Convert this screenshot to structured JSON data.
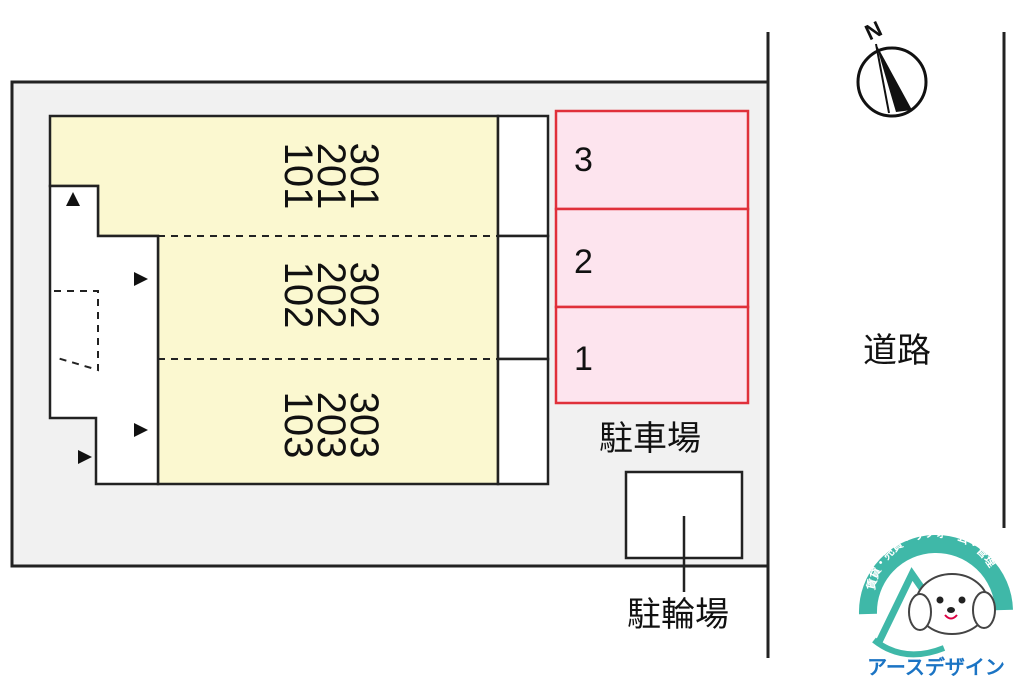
{
  "site": {
    "columns": [
      {
        "units": [
          "301",
          "201",
          "101"
        ]
      },
      {
        "units": [
          "302",
          "202",
          "102"
        ]
      },
      {
        "units": [
          "303",
          "203",
          "103"
        ]
      }
    ],
    "parking": {
      "label": "駐車場",
      "spaces": [
        "3",
        "2",
        "1"
      ]
    },
    "bicycle_parking": {
      "label": "駐輪場"
    },
    "road": {
      "label": "道路"
    },
    "north": {
      "label": "N"
    },
    "logo": {
      "name": "アースデザイン",
      "arc_text": "賃貸・売買・リフォーム・管理",
      "icon": "dog-house-logo-icon"
    },
    "colors": {
      "building_fill": "#fbf8d0",
      "parking_fill": "#fde4ee",
      "parking_stroke": "#e0303a",
      "lot_fill": "#f1f1f1",
      "logo_blue": "#1b74c4",
      "logo_teal": "#3fb8a8"
    }
  }
}
